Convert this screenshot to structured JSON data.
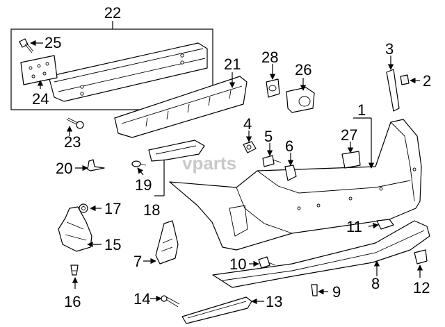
{
  "watermark": "vparts",
  "callouts": [
    {
      "id": "c1",
      "label": "1"
    },
    {
      "id": "c2",
      "label": "2"
    },
    {
      "id": "c3",
      "label": "3"
    },
    {
      "id": "c4",
      "label": "4"
    },
    {
      "id": "c5",
      "label": "5"
    },
    {
      "id": "c6",
      "label": "6"
    },
    {
      "id": "c7",
      "label": "7"
    },
    {
      "id": "c8",
      "label": "8"
    },
    {
      "id": "c9",
      "label": "9"
    },
    {
      "id": "c10",
      "label": "10"
    },
    {
      "id": "c11",
      "label": "11"
    },
    {
      "id": "c12",
      "label": "12"
    },
    {
      "id": "c13",
      "label": "13"
    },
    {
      "id": "c14",
      "label": "14"
    },
    {
      "id": "c15",
      "label": "15"
    },
    {
      "id": "c16",
      "label": "16"
    },
    {
      "id": "c17",
      "label": "17"
    },
    {
      "id": "c18",
      "label": "18"
    },
    {
      "id": "c19",
      "label": "19"
    },
    {
      "id": "c20",
      "label": "20"
    },
    {
      "id": "c21",
      "label": "21"
    },
    {
      "id": "c22",
      "label": "22"
    },
    {
      "id": "c23",
      "label": "23"
    },
    {
      "id": "c24",
      "label": "24"
    },
    {
      "id": "c25",
      "label": "25"
    },
    {
      "id": "c26",
      "label": "26"
    },
    {
      "id": "c27",
      "label": "27"
    },
    {
      "id": "c28",
      "label": "28"
    }
  ]
}
